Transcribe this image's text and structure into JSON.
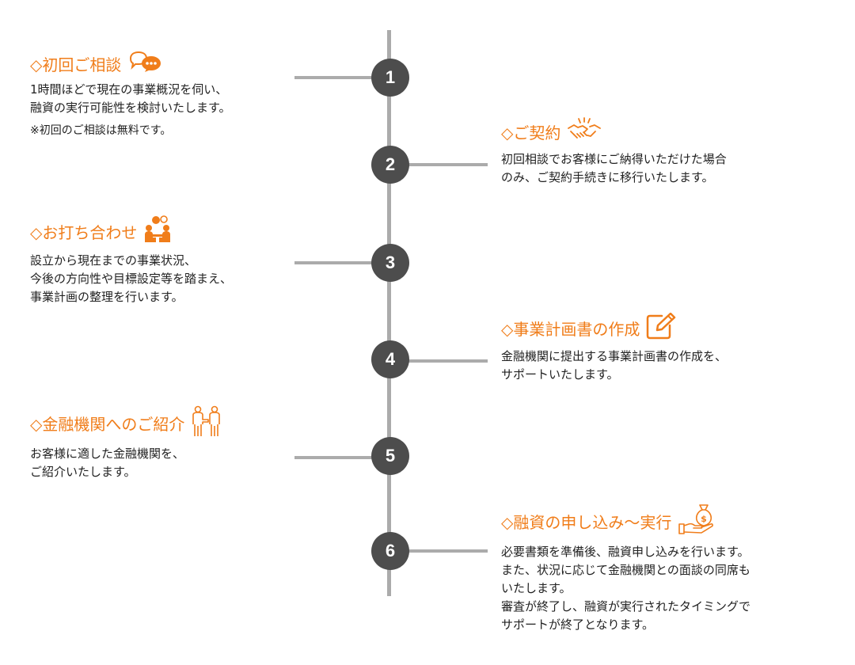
{
  "colors": {
    "accent": "#f07d1a",
    "line": "#ababab",
    "circle": "#4d4d4d",
    "text": "#222222"
  },
  "steps": [
    {
      "number": "1",
      "title": "◇初回ご相談",
      "icon": "chat-bubbles-icon",
      "lines": [
        "1時間ほどで現在の事業概況を伺い、",
        "融資の実行可能性を検討いたします。"
      ],
      "note": "※初回のご相談は無料です。"
    },
    {
      "number": "2",
      "title": "◇ご契約",
      "icon": "handshake-icon",
      "lines": [
        "初回相談でお客様にご納得いただけた場合",
        "のみ、ご契約手続きに移行いたします。"
      ]
    },
    {
      "number": "3",
      "title": "◇お打ち合わせ",
      "icon": "meeting-icon",
      "lines": [
        "設立から現在までの事業状況、",
        "今後の方向性や目標設定等を踏まえ、",
        "事業計画の整理を行います。"
      ]
    },
    {
      "number": "4",
      "title": "◇事業計画書の作成",
      "icon": "edit-icon",
      "lines": [
        "金融機関に提出する事業計画書の作成を、",
        "サポートいたします。"
      ]
    },
    {
      "number": "5",
      "title": "◇金融機関へのご紹介",
      "icon": "introduction-icon",
      "lines": [
        "お客様に適した金融機関を、",
        "ご紹介いたします。"
      ]
    },
    {
      "number": "6",
      "title": "◇融資の申し込み〜実行",
      "icon": "money-bag-hand-icon",
      "lines": [
        "必要書類を準備後、融資申し込みを行います。",
        "また、状況に応じて金融機関との面談の同席も",
        "いたします。",
        "審査が終了し、融資が実行されたタイミングで",
        "サポートが終了となります。"
      ]
    }
  ]
}
